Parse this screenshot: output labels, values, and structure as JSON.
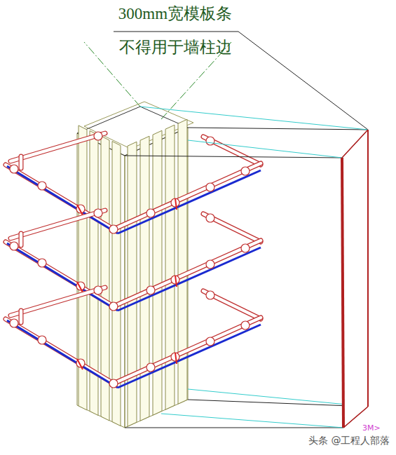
{
  "diagram": {
    "labels": [
      "300mm宽模板条",
      "不得用于墙柱边",
      "3M>",
      "头条 @工程人部落"
    ]
  }
}
